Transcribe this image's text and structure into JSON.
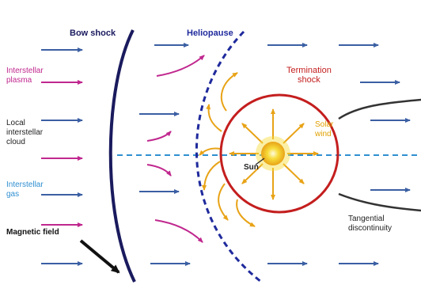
{
  "labels": {
    "bow_shock": "Bow shock",
    "heliopause": "Heliopause",
    "termination_shock_line1": "Termination",
    "termination_shock_line2": "shock",
    "interstellar_plasma_line1": "Interstellar",
    "interstellar_plasma_line2": "plasma",
    "local_cloud_line1": "Local",
    "local_cloud_line2": "interstellar",
    "local_cloud_line3": "cloud",
    "interstellar_gas_line1": "Interstellar",
    "interstellar_gas_line2": "gas",
    "solar_wind_line1": "Solar",
    "solar_wind_line2": "wind",
    "sun": "Sun",
    "magnetic_field": "Magnetic field",
    "tangential_line1": "Tangential",
    "tangential_line2": "discontinuity"
  },
  "colors": {
    "bow_shock": "#1a1a5e",
    "heliopause": "#1f2a9c",
    "termination_shock": "#c41e1e",
    "flow_arrows": "#3b5fa3",
    "plasma_arrows": "#c0278e",
    "solar_wind": "#e8a317",
    "sun": "#f5d020",
    "gas_line": "#2f8fd0",
    "interstellar_plasma_label": "#c0278e",
    "interstellar_gas_label": "#2f8fd0",
    "solar_wind_label": "#e0a000",
    "text_dark": "#222222"
  }
}
